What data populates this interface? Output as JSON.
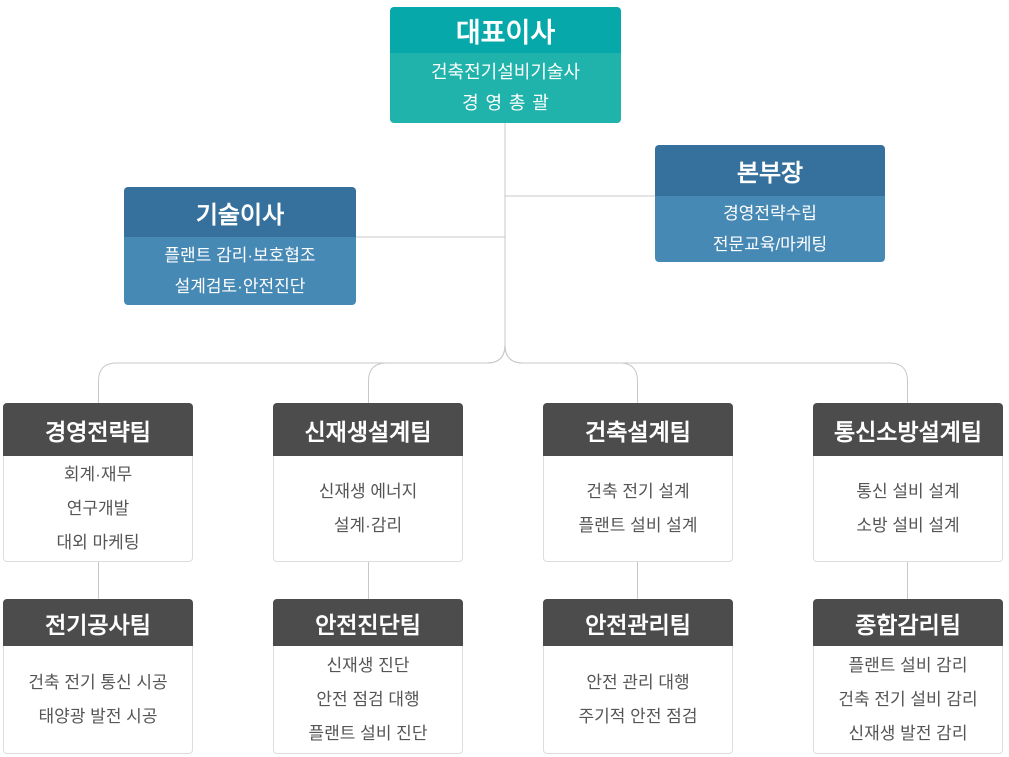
{
  "colors": {
    "teal_header": "#07a8aa",
    "teal_body": "#1fb3ab",
    "blue_header": "#35719c",
    "blue_body": "#4789b5",
    "team_header": "#4c4c4c",
    "body_text": "#555555",
    "connector_line": "#c8c8c8"
  },
  "ceo": {
    "title": "대표이사",
    "lines": [
      "건축전기설비기술사",
      "경영총괄"
    ]
  },
  "tech_director": {
    "title": "기술이사",
    "lines": [
      "플랜트 감리·보호협조",
      "설계검토·안전진단"
    ]
  },
  "division_head": {
    "title": "본부장",
    "lines": [
      "경영전략수립",
      "전문교육/마케팅"
    ]
  },
  "teams_row1": [
    {
      "title": "경영전략팀",
      "lines": [
        "회계·재무",
        "연구개발",
        "대외 마케팅"
      ]
    },
    {
      "title": "신재생설계팀",
      "lines": [
        "신재생 에너지",
        "설계·감리"
      ]
    },
    {
      "title": "건축설계팀",
      "lines": [
        "건축 전기 설계",
        "플랜트 설비 설계"
      ]
    },
    {
      "title": "통신소방설계팀",
      "lines": [
        "통신 설비 설계",
        "소방 설비 설계"
      ]
    }
  ],
  "teams_row2": [
    {
      "title": "전기공사팀",
      "lines": [
        "건축 전기 통신 시공",
        "태양광 발전 시공"
      ]
    },
    {
      "title": "안전진단팀",
      "lines": [
        "신재생 진단",
        "안전 점검 대행",
        "플랜트 설비 진단"
      ]
    },
    {
      "title": "안전관리팀",
      "lines": [
        "안전 관리 대행",
        "주기적 안전 점검"
      ]
    },
    {
      "title": "종합감리팀",
      "lines": [
        "플랜트 설비 감리",
        "건축 전기 설비 감리",
        "신재생 발전 감리"
      ]
    }
  ]
}
